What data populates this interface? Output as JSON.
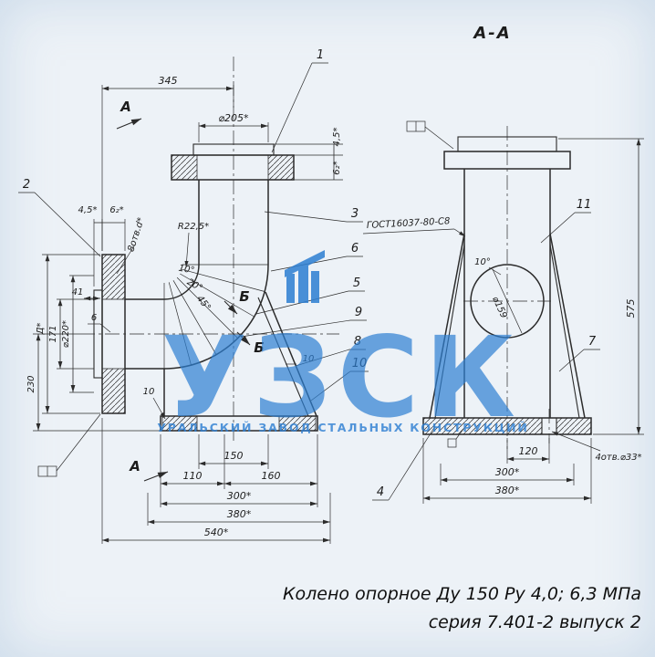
{
  "colors": {
    "background": "#edf2f7",
    "line": "#2b2b2b",
    "watermark": "#2e7fd2"
  },
  "section_view_label": "А-А",
  "view_arrows": {
    "top": "А",
    "bottom": "А"
  },
  "section_b": {
    "first": "Б",
    "second": "Б"
  },
  "title_block": {
    "line1": "Колено опорное Ду 150 Ру 4,0; 6,3 МПа",
    "line2": "серия 7.401-2 выпуск 2"
  },
  "watermark": {
    "logo": "УЗСК",
    "subtitle": "УРАЛЬСКИЙ ЗАВОД СТАЛЬНЫХ КОНСТРУКЦИЙ"
  },
  "callouts": {
    "n1": "1",
    "n2": "2",
    "n3": "3",
    "n4": "4",
    "n5": "5",
    "n6": "6",
    "n7": "7",
    "n8": "8",
    "n9": "9",
    "n10": "10",
    "n11": "11"
  },
  "left_view": {
    "dim_345": "345",
    "dim_205": "⌀205*",
    "dim_45_top": "4,5*",
    "dim_62_top": "6₂*",
    "dim_45_left": "4,5*",
    "dim_62_left": "6₂*",
    "holes_note": "8отв.d*",
    "radius": "R22,5*",
    "angle_10": "10°",
    "angle_20": "20°",
    "angle_45": "45°",
    "dim_41": "41",
    "dim_D": "Д*",
    "dim_171": "171",
    "dim_220": "⌀220*",
    "dim_6": "6",
    "dim_230": "230",
    "dim_10_plate": "10",
    "dim_10_base": "10",
    "dim_150": "150",
    "dim_110": "110",
    "dim_160": "160",
    "dim_300": "300*",
    "dim_380": "380*",
    "dim_540": "540*"
  },
  "right_view": {
    "weld_note": "ГОСТ16037-80-С8",
    "angle_10": "10°",
    "dim_159": "⌀159",
    "dim_575": "575",
    "dim_120": "120",
    "dim_300": "300*",
    "dim_380": "380*",
    "holes_note": "4отв.⌀33*"
  }
}
